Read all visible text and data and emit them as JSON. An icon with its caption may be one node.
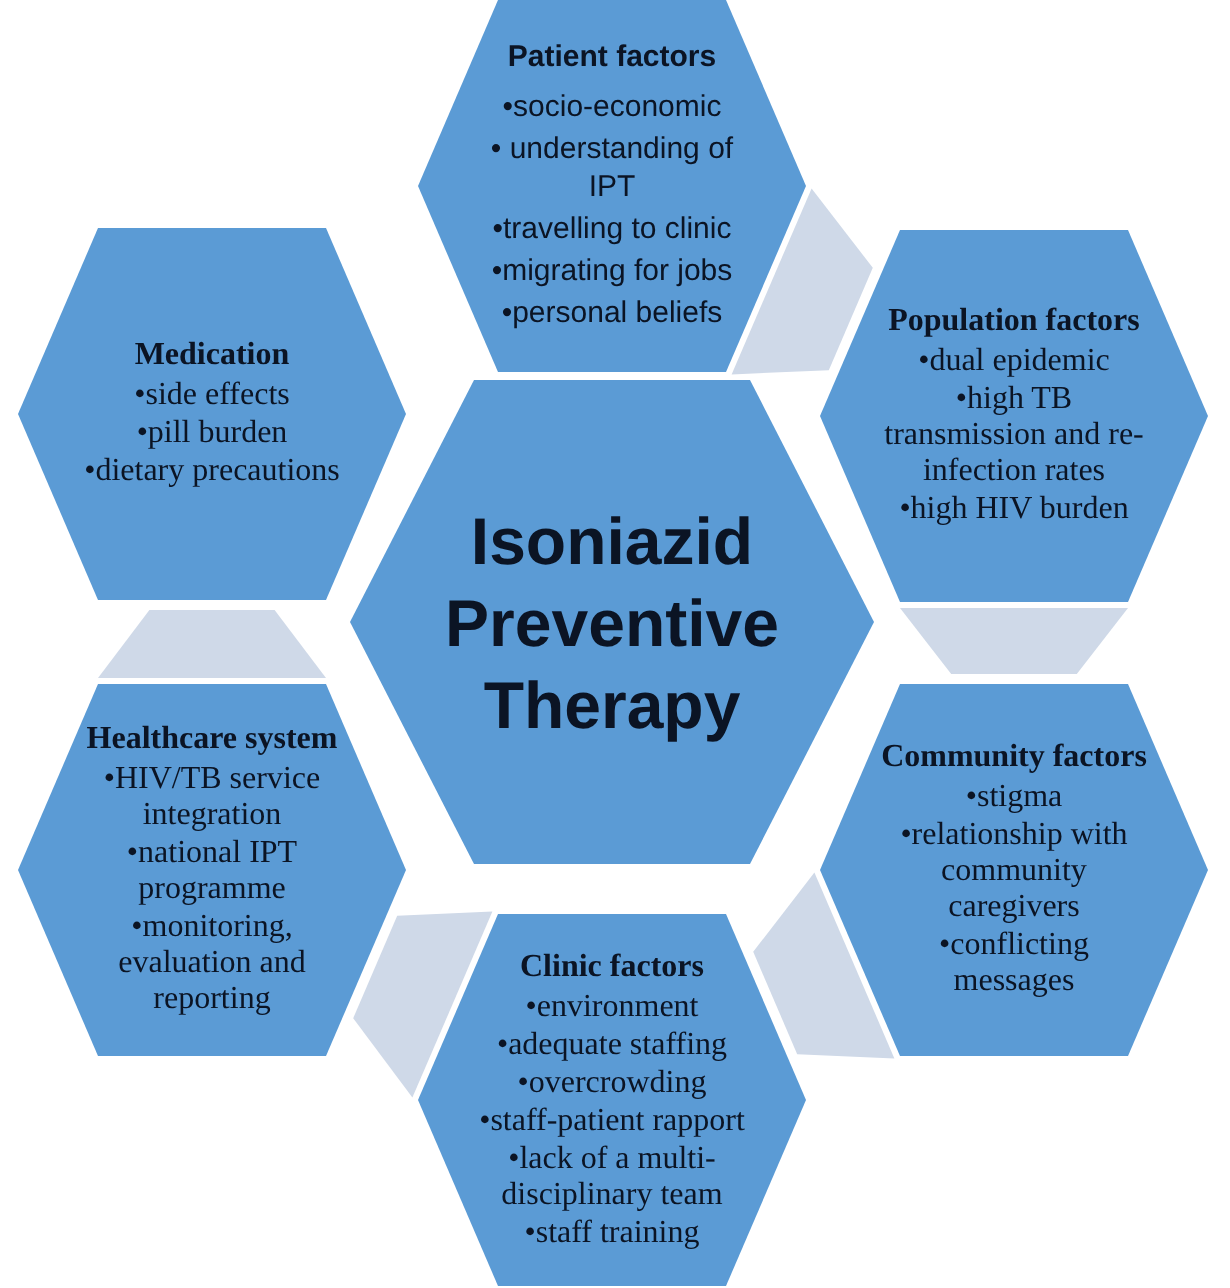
{
  "diagram": {
    "nodes": [
      {
        "text": [
          "Isoniazid Preventive Therapy"
        ]
      },
      {
        "text": [
          "Patient factors",
          "•socio-economic",
          "• understanding of IPT",
          "•travelling to clinic",
          "•migrating for jobs",
          "•personal beliefs"
        ]
      },
      {
        "text": [
          "Population factors",
          "•dual epidemic",
          "•high TB transmission and re-infection rates",
          "•high HIV burden"
        ]
      },
      {
        "text": [
          "Community factors",
          "•stigma",
          "•relationship with community caregivers",
          "•conflicting messages"
        ]
      },
      {
        "text": [
          "Clinic factors",
          "•environment",
          "•adequate staffing",
          "•overcrowding",
          "•staff-patient rapport",
          "•lack of a multi-disciplinary team",
          "•staff training"
        ]
      },
      {
        "text": [
          "Healthcare system",
          "•HIV/TB service integration",
          "•national IPT programme",
          "•monitoring, evaluation and reporting"
        ]
      },
      {
        "text": [
          "Medication",
          "•side effects",
          "•pill burden",
          "•dietary precautions"
        ]
      }
    ],
    "edges": [
      {
        "from": 1,
        "to": 2,
        "arrow": "none",
        "style": "thick"
      },
      {
        "from": 2,
        "to": 3,
        "arrow": "none",
        "style": "thick"
      },
      {
        "from": 3,
        "to": 4,
        "arrow": "none",
        "style": "thick"
      },
      {
        "from": 4,
        "to": 5,
        "arrow": "none",
        "style": "thick"
      },
      {
        "from": 5,
        "to": 6,
        "arrow": "none",
        "style": "thick"
      }
    ]
  }
}
